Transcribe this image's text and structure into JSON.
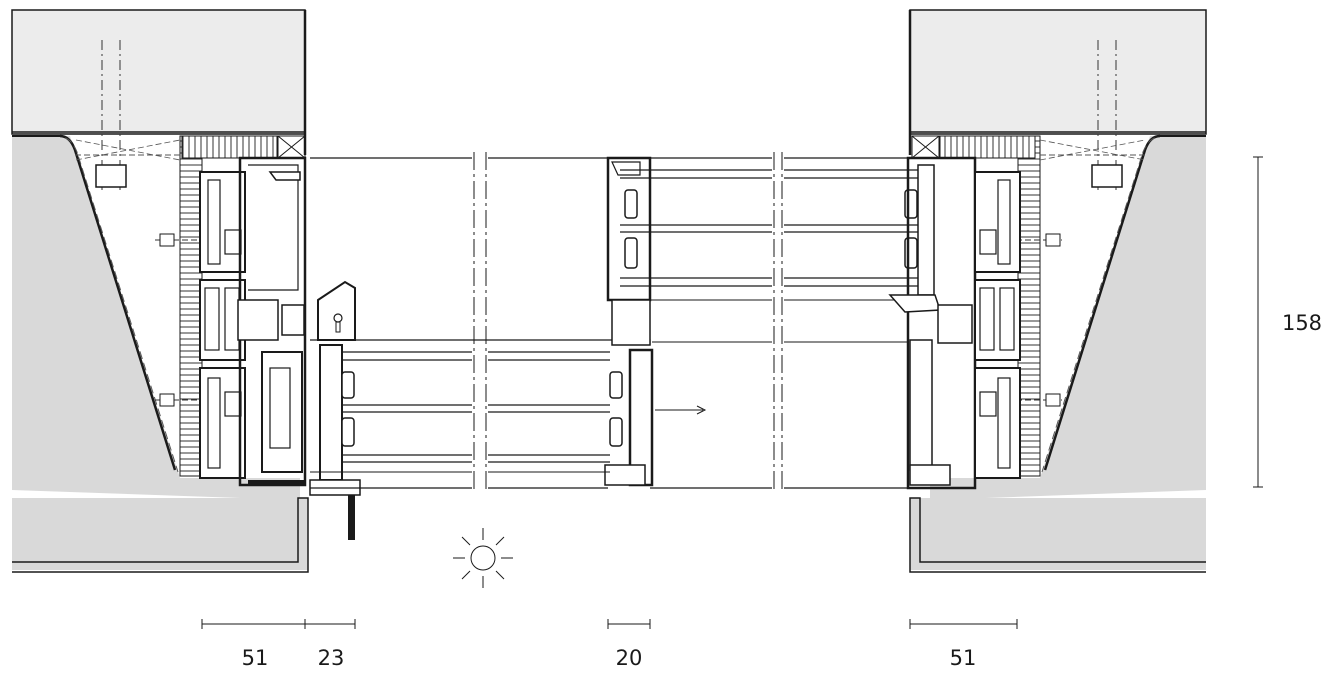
{
  "drawing": {
    "dimensions": {
      "left_frame": "51",
      "left_leaf": "23",
      "center_profile": "20",
      "right_frame": "51",
      "height": "158"
    },
    "symbols": {
      "sun": "sun-icon",
      "slide_arrow": "arrow-right-icon"
    },
    "colors": {
      "line": "#1a1a1a",
      "wall_fill": "#d9d9d9",
      "slab_fill": "#ececec",
      "background": "#ffffff"
    }
  }
}
